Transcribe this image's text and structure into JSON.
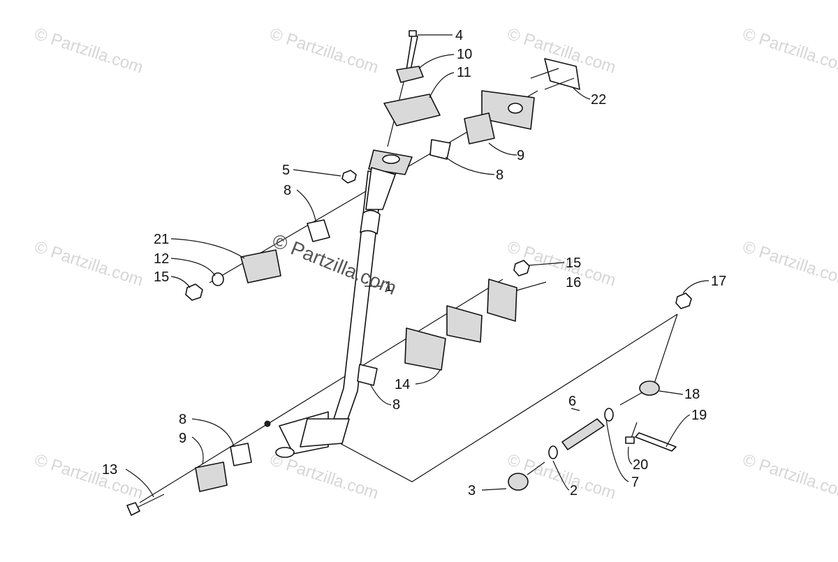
{
  "watermark": {
    "text": "© Partzilla.com",
    "center_text": "© Partzilla.com"
  },
  "callouts": {
    "c1": "1",
    "c2": "2",
    "c3": "3",
    "c4": "4",
    "c5": "5",
    "c6": "6",
    "c7": "7",
    "c8a": "8",
    "c8b": "8",
    "c8c": "8",
    "c8d": "8",
    "c9a": "9",
    "c9b": "9",
    "c10": "10",
    "c11": "11",
    "c12": "12",
    "c13": "13",
    "c14": "14",
    "c15a": "15",
    "c15b": "15",
    "c16": "16",
    "c17": "17",
    "c18": "18",
    "c19": "19",
    "c20": "20",
    "c21": "21",
    "c22": "22"
  }
}
